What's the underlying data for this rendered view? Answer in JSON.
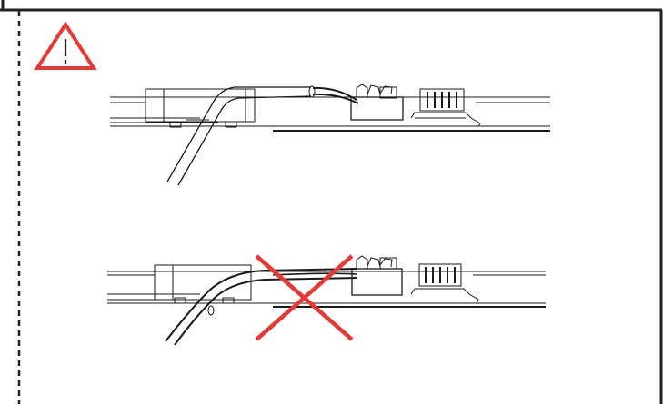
{
  "colors": {
    "warning_red": "#e53935",
    "line": "#1a1a1a",
    "panel_border": "#222222",
    "background": "#ffffff"
  },
  "icons": {
    "warning": "warning-triangle-icon",
    "prohibited": "cross-mark-icon"
  },
  "panels": [
    {
      "id": "correct-cable-routing",
      "state": "correct"
    },
    {
      "id": "incorrect-cable-routing",
      "state": "incorrect"
    }
  ]
}
